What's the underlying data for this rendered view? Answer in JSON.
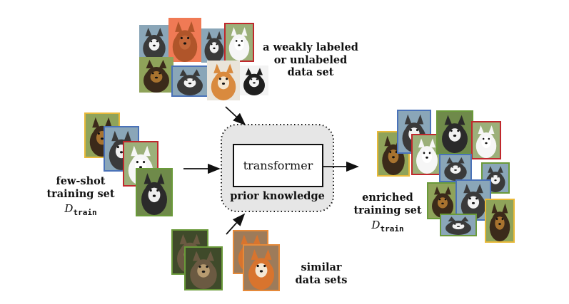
{
  "unlabeled_set": {
    "label_line1": "a weakly labeled",
    "label_line2": "or unlabeled",
    "label_line3": "data set"
  },
  "training_set": {
    "label_line1": "few-shot",
    "label_line2": "training set",
    "symbol": "D",
    "subscript": "train"
  },
  "center": {
    "transformer_label": "transformer",
    "prior_label": "prior knowledge"
  },
  "enriched_set": {
    "label_line1": "enriched",
    "label_line2": "training set",
    "symbol": "D",
    "subscript": "train"
  },
  "similar_set": {
    "label_line1": "similar",
    "label_line2": "data sets"
  },
  "colors": {
    "yellow": "#e8b93a",
    "blue": "#4a72b8",
    "red": "#c0282d",
    "green": "#6a9a3a",
    "orange": "#e58a3a",
    "prior_bg": "#e6e6e6"
  }
}
